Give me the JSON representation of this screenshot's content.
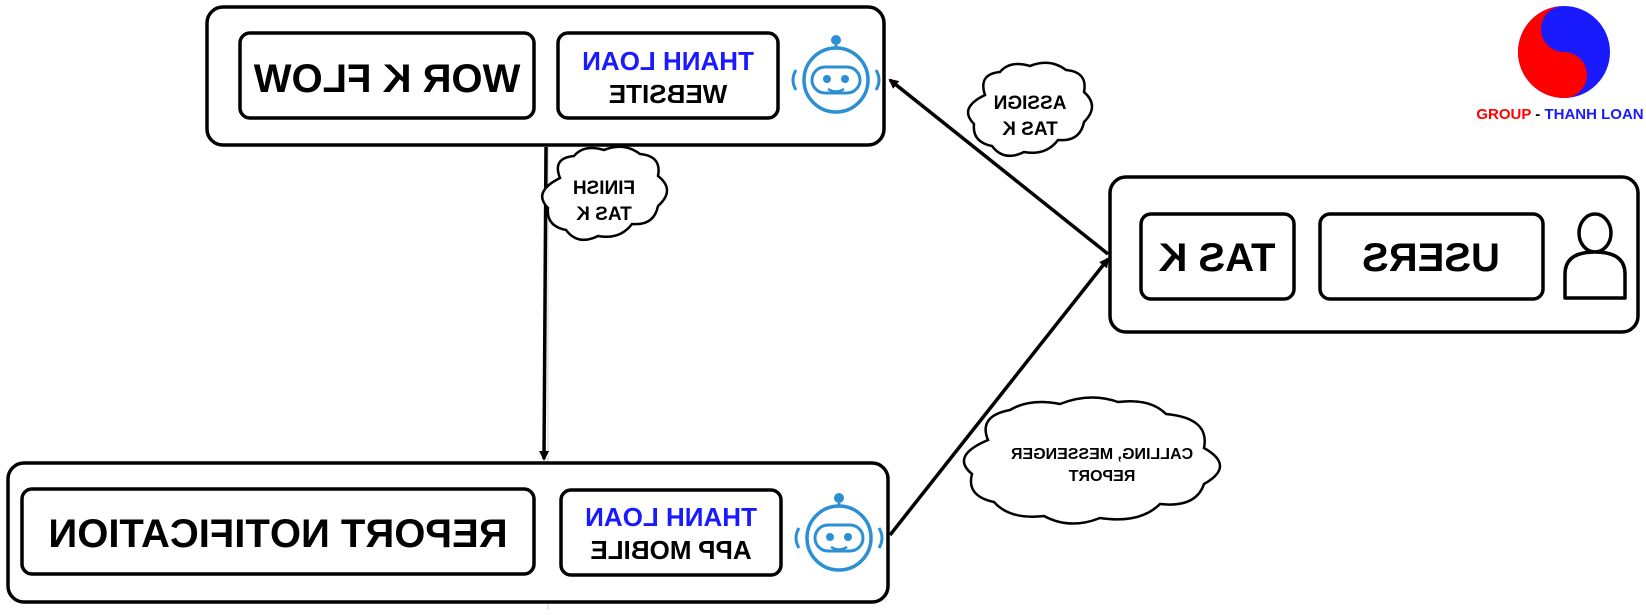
{
  "colors": {
    "ink": "#000000",
    "brand_blue": "#1a1aff",
    "brand_red": "#ff0000",
    "robot_blue": "#2a8fd4",
    "logo_red": "#ff0000",
    "logo_blue": "#1a1aff"
  },
  "logo": {
    "group_label": "GROUP",
    "separator": "-",
    "name_label": "THANH LOAN"
  },
  "website_node": {
    "brand": "THANH LOAN",
    "platform": "WEBSITE",
    "function": "WOR K FLOW",
    "icon": "robot-icon"
  },
  "mobile_node": {
    "brand": "THANH LOAN",
    "platform": "APP MOBILE",
    "function": "REPORT NOTIFICATION",
    "icon": "robot-icon"
  },
  "users_node": {
    "role": "USERS",
    "item": "TAS K",
    "icon": "user-icon"
  },
  "clouds": {
    "assign": {
      "line1": "ASSIGN",
      "line2": "TAS K"
    },
    "finish": {
      "line1": "FINISH",
      "line2": "TAS K"
    },
    "report": {
      "line1": "CALLING, MESSENGER",
      "line2": "REPORT"
    }
  }
}
